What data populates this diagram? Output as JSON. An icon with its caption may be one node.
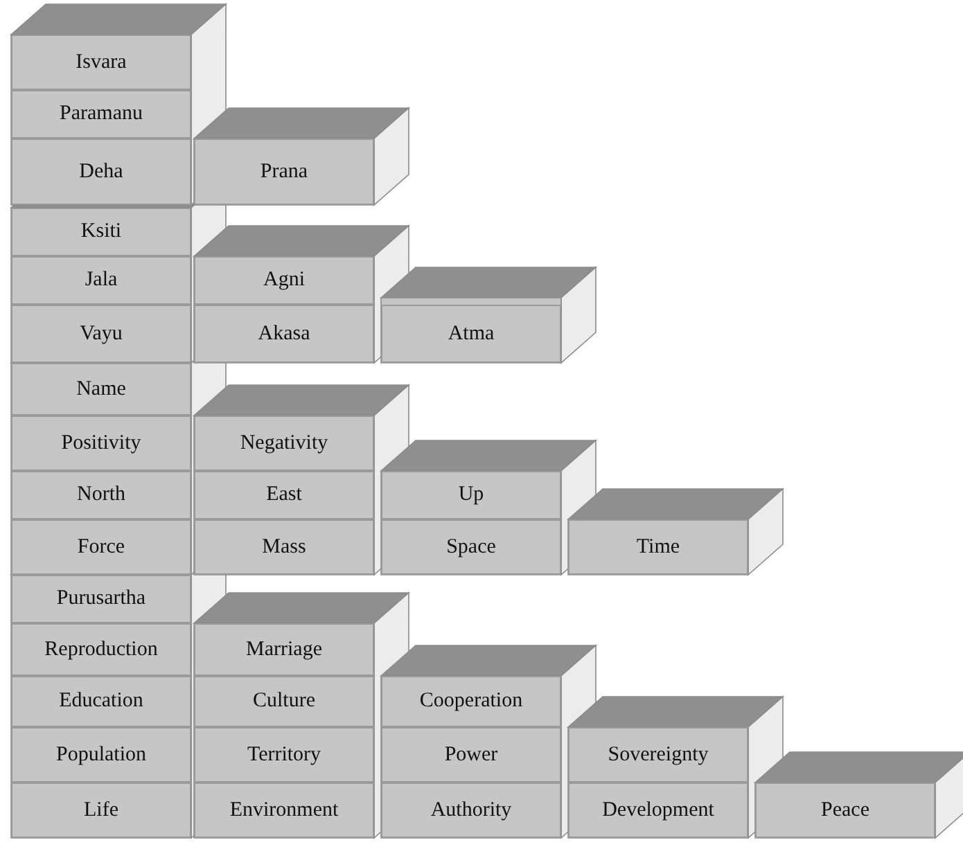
{
  "diagram": {
    "nodes": [
      {
        "text": [
          "Isvara"
        ]
      },
      {
        "text": [
          "Paramanu"
        ]
      },
      {
        "text": [
          "Deha"
        ]
      },
      {
        "text": [
          "Prana"
        ]
      },
      {
        "text": [
          "Ksiti"
        ]
      },
      {
        "text": [
          "Jala"
        ]
      },
      {
        "text": [
          "Agni"
        ]
      },
      {
        "text": [
          "Vayu"
        ]
      },
      {
        "text": [
          "Akasa"
        ]
      },
      {
        "text": [
          "Atma"
        ]
      },
      {
        "text": [
          "Name"
        ]
      },
      {
        "text": [
          "Positivity"
        ]
      },
      {
        "text": [
          "Negativity"
        ]
      },
      {
        "text": [
          "North"
        ]
      },
      {
        "text": [
          "East"
        ]
      },
      {
        "text": [
          "Up"
        ]
      },
      {
        "text": [
          "Force"
        ]
      },
      {
        "text": [
          "Mass"
        ]
      },
      {
        "text": [
          "Space"
        ]
      },
      {
        "text": [
          "Time"
        ]
      },
      {
        "text": [
          "Purusartha"
        ]
      },
      {
        "text": [
          "Reproduction"
        ]
      },
      {
        "text": [
          "Marriage"
        ]
      },
      {
        "text": [
          "Education"
        ]
      },
      {
        "text": [
          "Culture"
        ]
      },
      {
        "text": [
          "Cooperation"
        ]
      },
      {
        "text": [
          "Population"
        ]
      },
      {
        "text": [
          "Territory"
        ]
      },
      {
        "text": [
          "Power"
        ]
      },
      {
        "text": [
          "Sovereignty"
        ]
      },
      {
        "text": [
          "Life"
        ]
      },
      {
        "text": [
          "Environment"
        ]
      },
      {
        "text": [
          "Authority"
        ]
      },
      {
        "text": [
          "Development"
        ]
      },
      {
        "text": [
          "Peace"
        ]
      }
    ]
  }
}
